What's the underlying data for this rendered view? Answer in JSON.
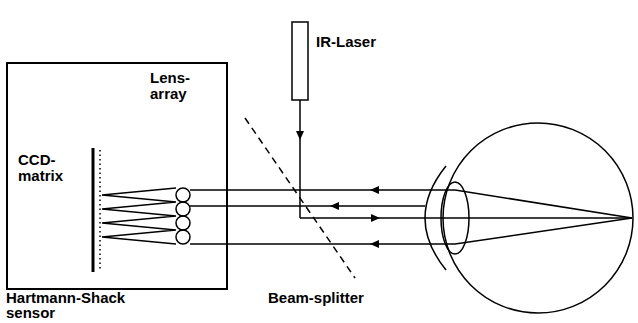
{
  "diagram": {
    "nodes": [
      {
        "text": [
          "Hartmann-Shack sensor"
        ]
      }
    ],
    "labels": [
      "IR-Laser",
      "Lens- array",
      "CCD- matrix",
      "Beam-splitter"
    ]
  }
}
